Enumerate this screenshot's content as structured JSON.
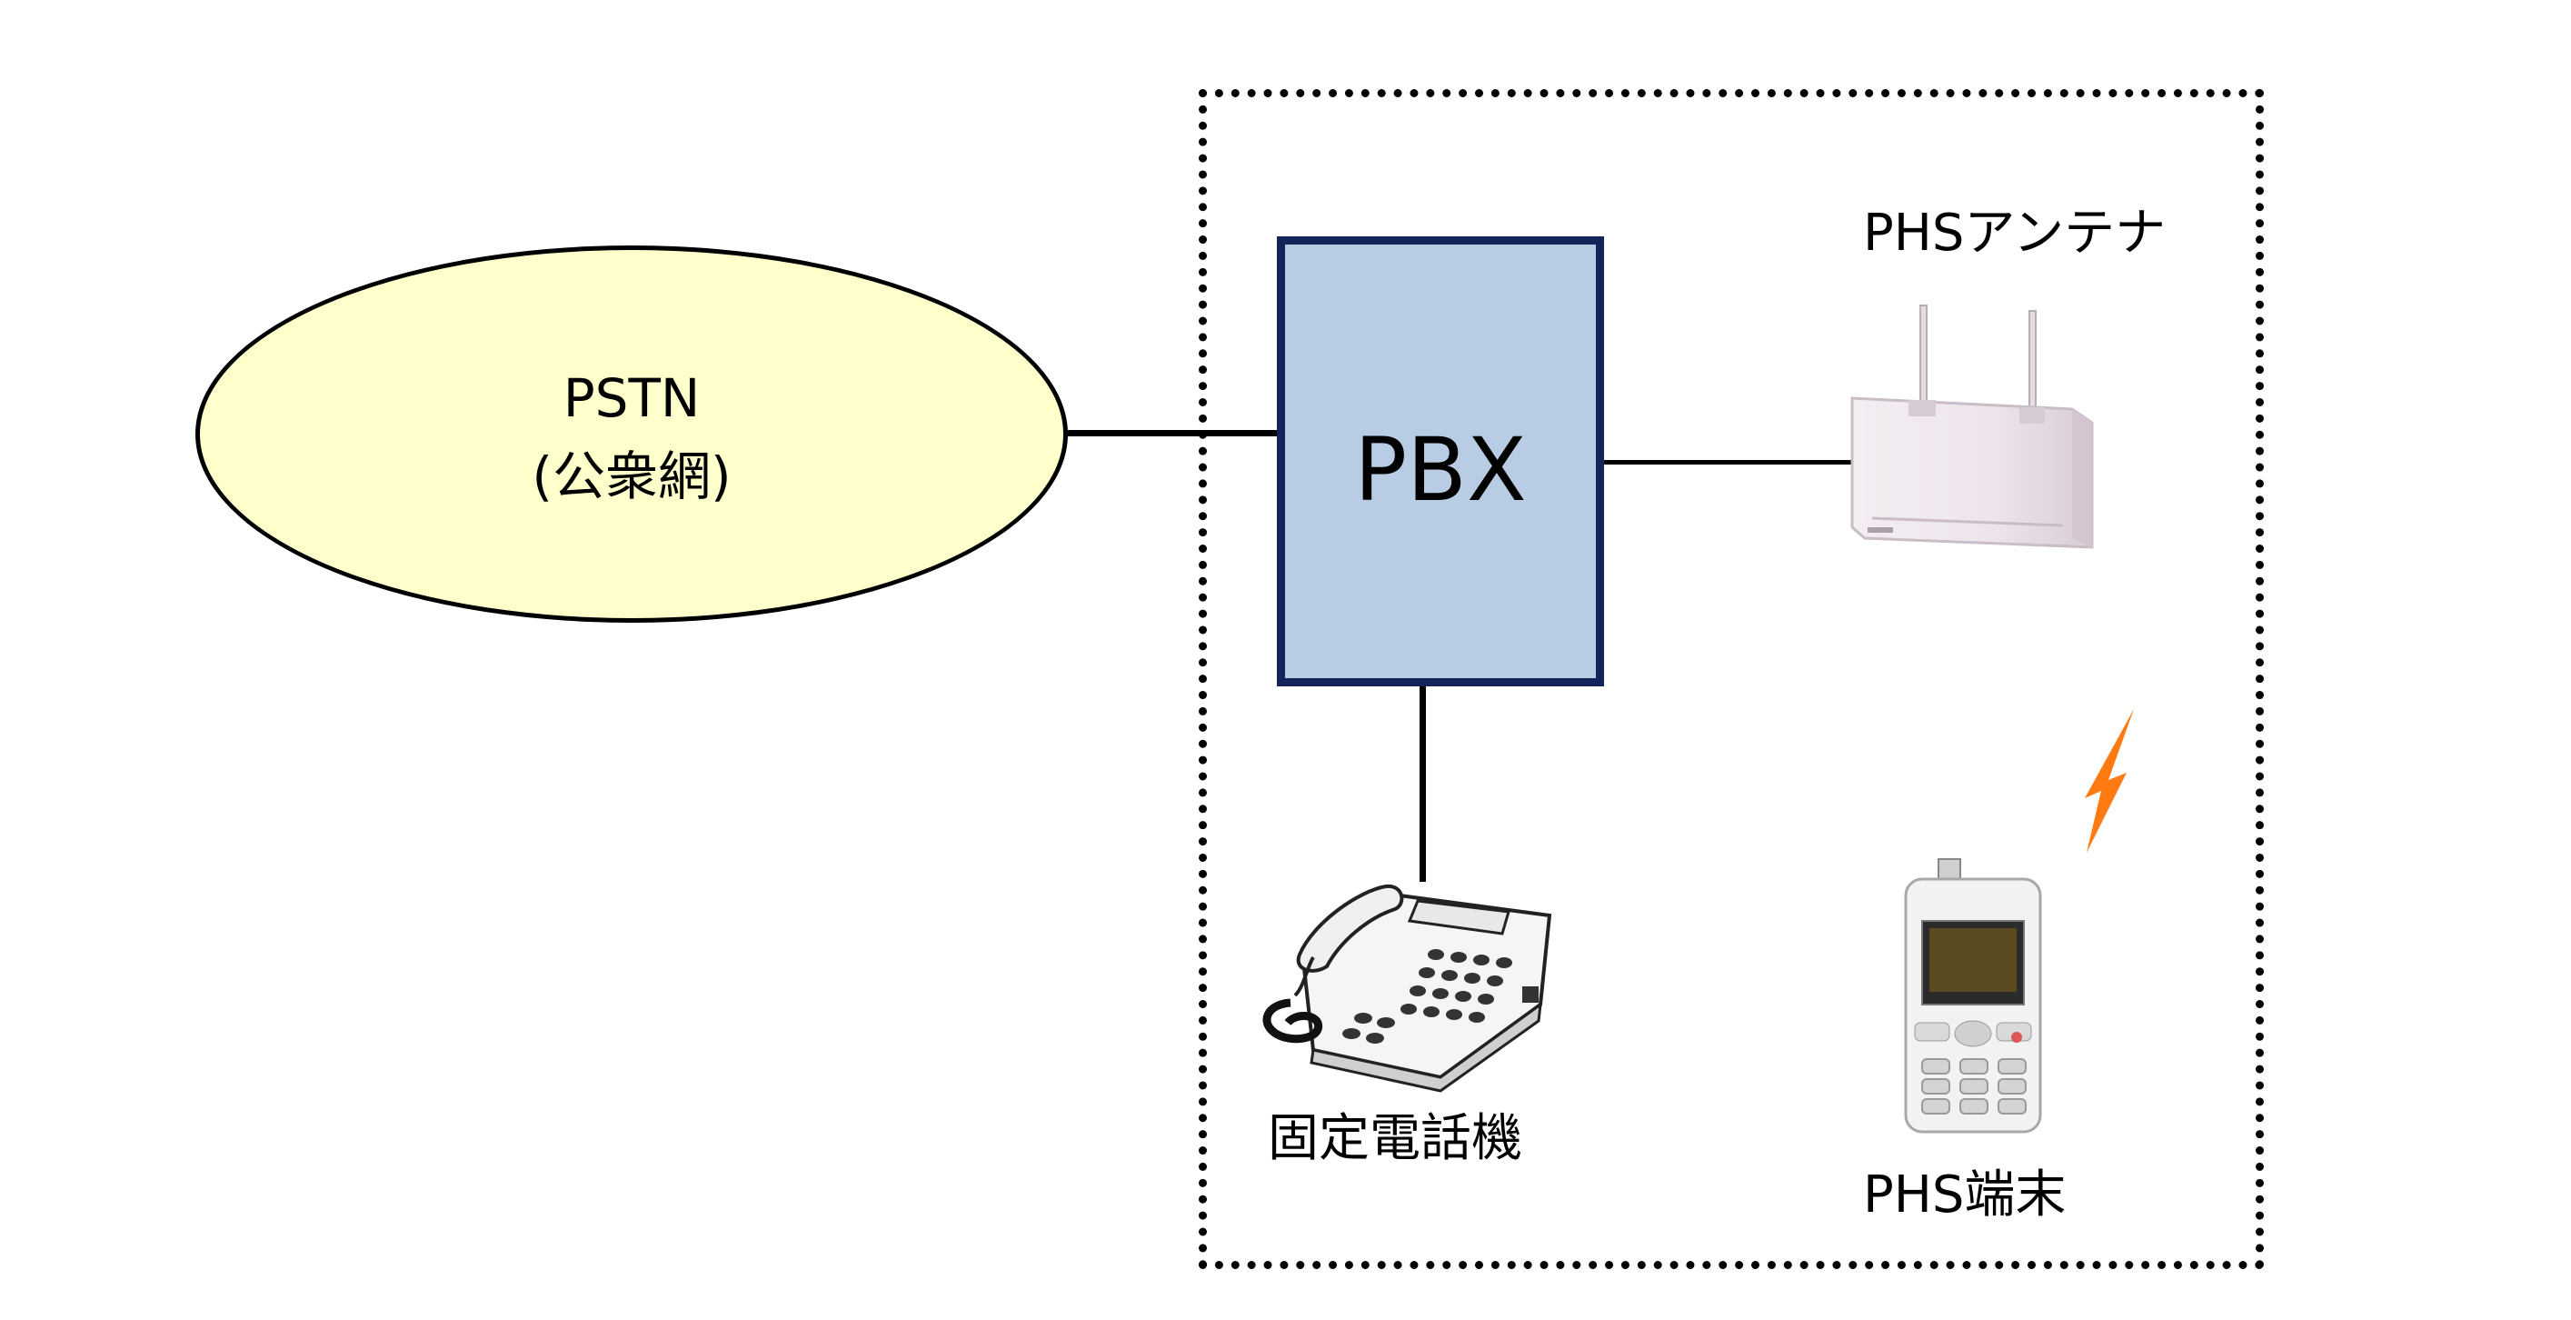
{
  "nodes": {
    "pstn": {
      "line1": "PSTN",
      "line2": "(公衆網)",
      "fill": "#ffffcc"
    },
    "pbx": {
      "label": "PBX",
      "fill": "#b8cce4",
      "border": "#13245a"
    },
    "phs_antenna": {
      "label": "PHSアンテナ"
    },
    "desk_phone": {
      "label": "固定電話機"
    },
    "phs_handset": {
      "label": "PHS端末"
    }
  },
  "colors": {
    "lightning": "#ff7a10",
    "line": "#000000"
  }
}
